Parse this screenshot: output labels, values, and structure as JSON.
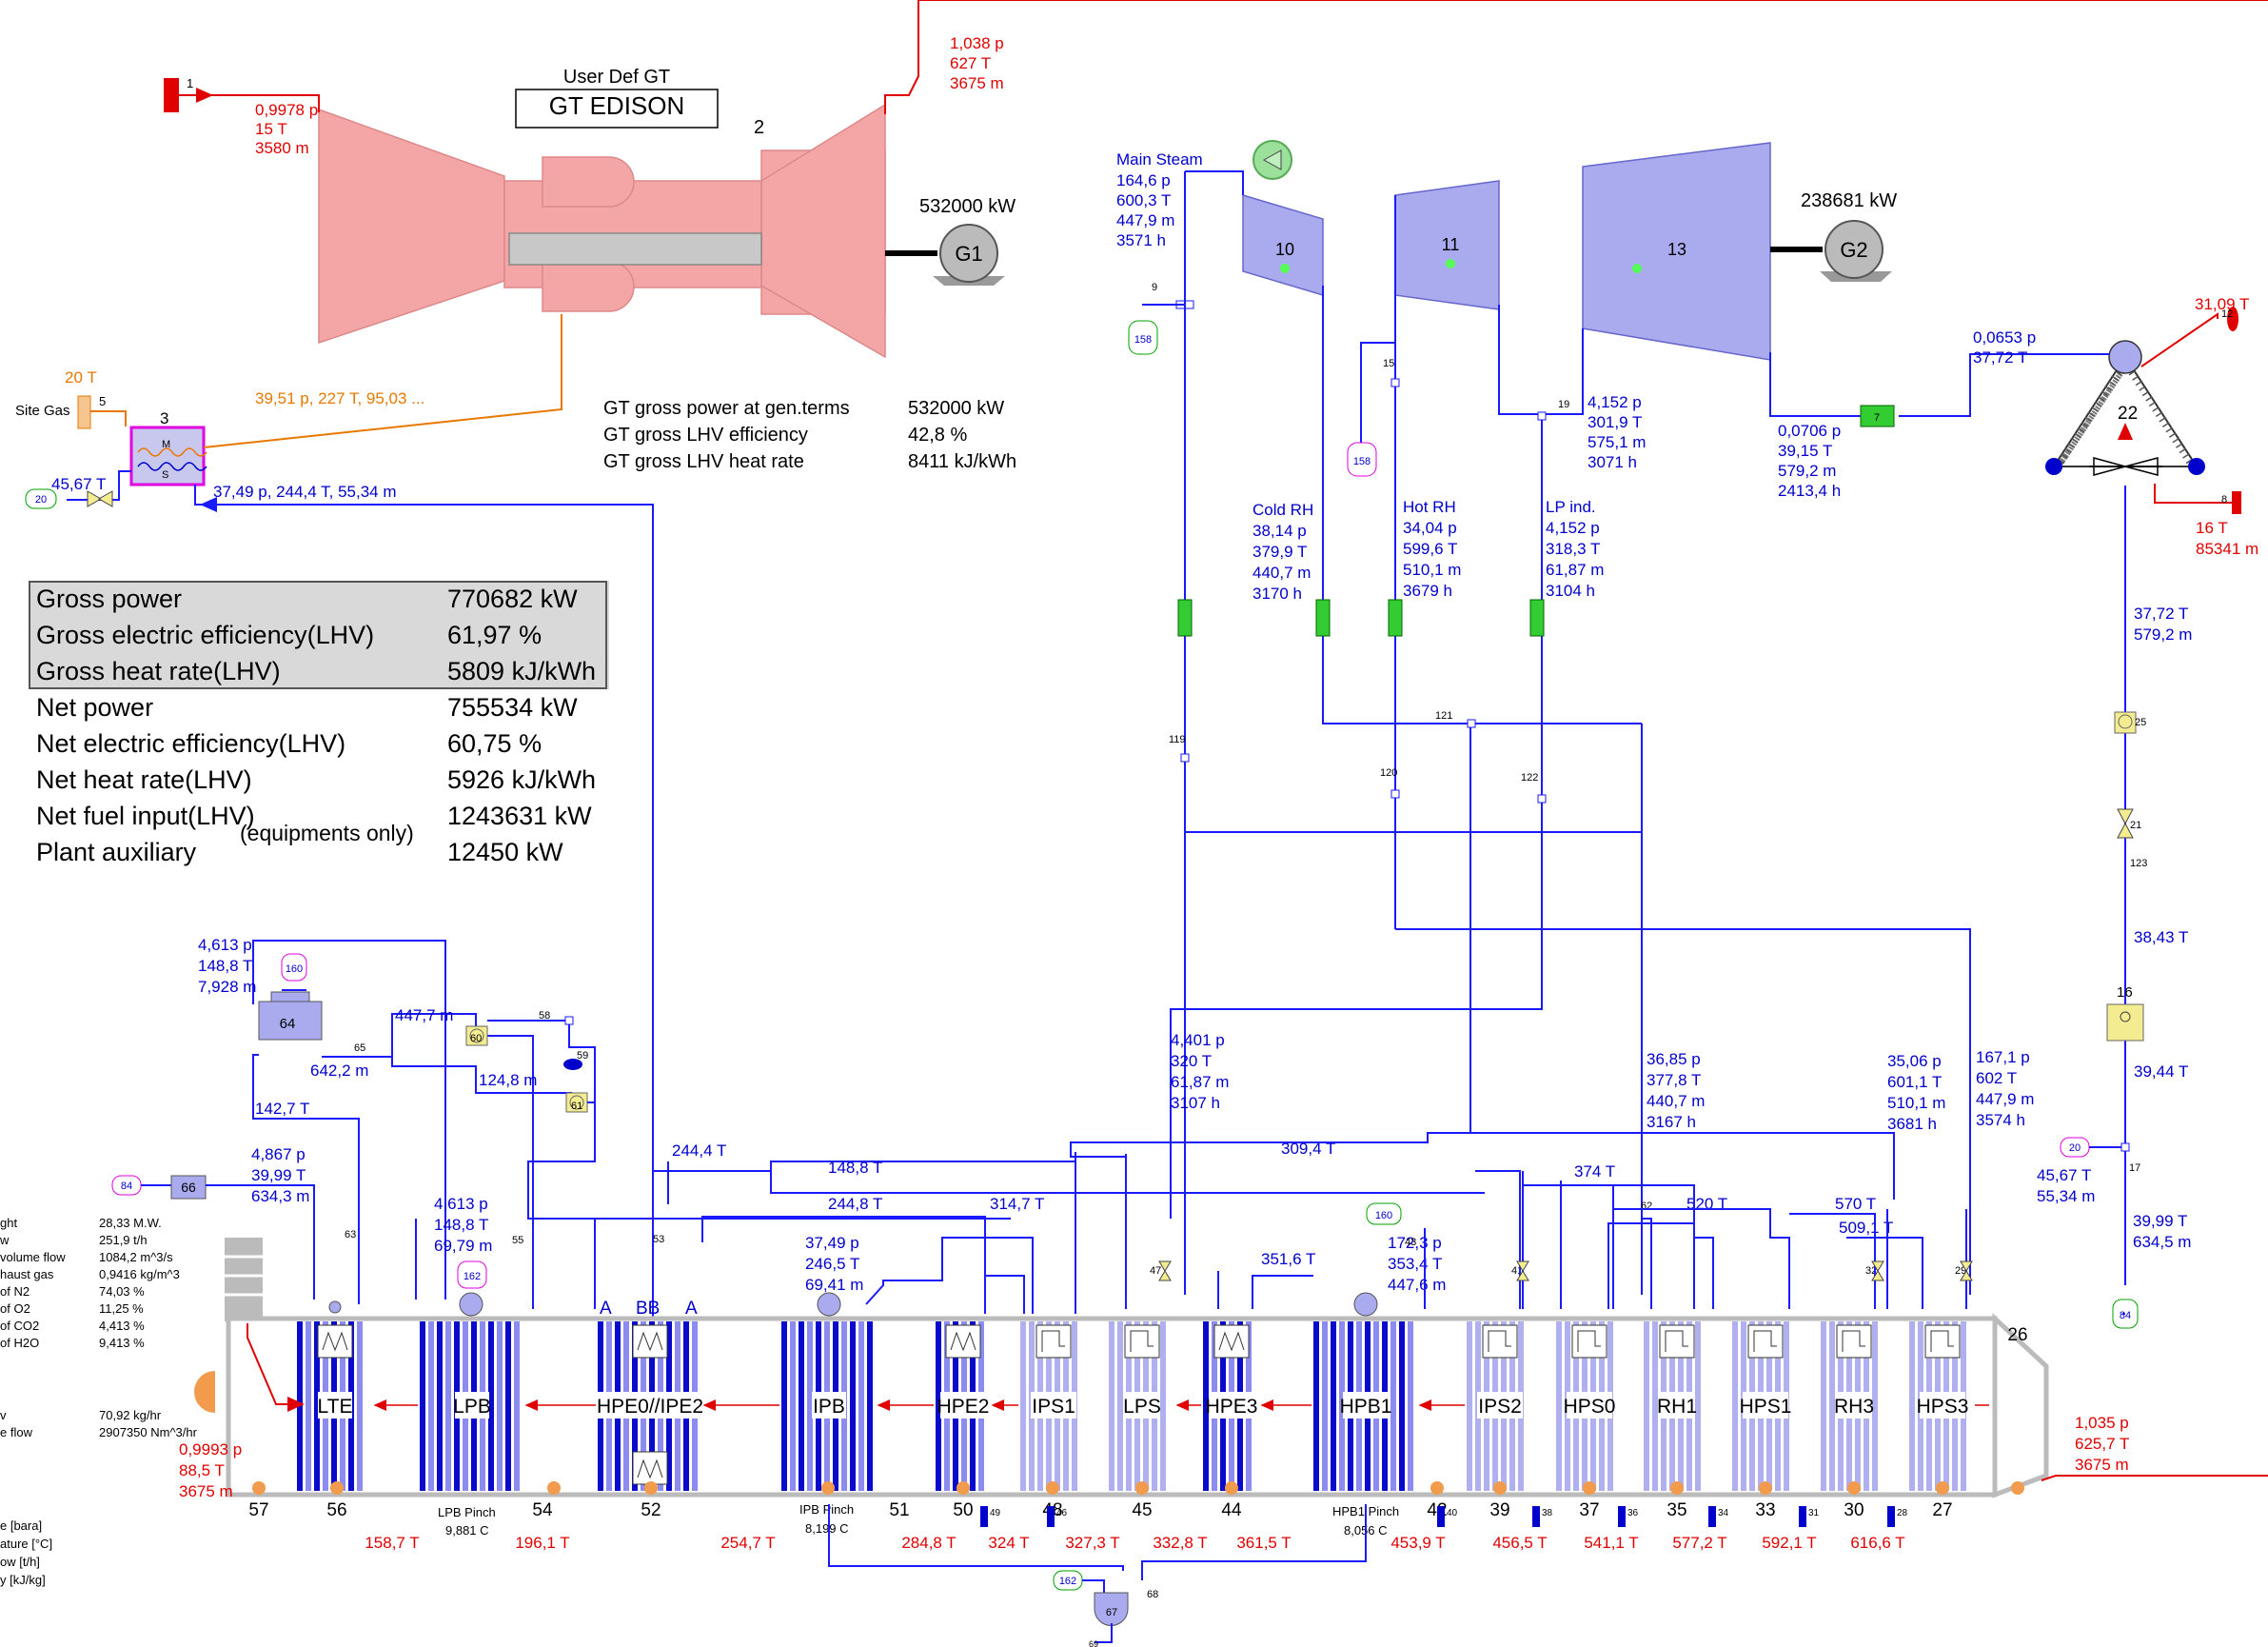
{
  "gas_turbine": {
    "header": "User Def GT",
    "name": "GT EDISON",
    "node": "2",
    "power": "532000 kW",
    "generator": "G1",
    "inlet_node": "1",
    "inlet": [
      "0,9978 p",
      "15 T",
      "3580 m"
    ],
    "exhaust": [
      "1,038 p",
      "627 T",
      "3675 m"
    ]
  },
  "fuel": {
    "label": "Site Gas",
    "temp": "20 T",
    "node5": "5",
    "node3": "3",
    "line_label": "39,51 p, 227 T, 95,03 ...",
    "return_label": "37,49 p, 244,4 T, 55,34 m",
    "preheat_temp": "45,67 T",
    "tag": "20",
    "hx_top": "M",
    "hx_bottom": "S"
  },
  "gt_info": [
    {
      "label": "GT gross power at gen.terms",
      "value": "532000 kW"
    },
    {
      "label": "GT gross LHV efficiency",
      "value": "42,8 %"
    },
    {
      "label": "GT gross LHV heat rate",
      "value": "8411 kJ/kWh"
    }
  ],
  "summary": [
    {
      "label": "Gross power",
      "value": "770682 kW"
    },
    {
      "label": "Gross electric efficiency(LHV)",
      "value": "61,97 %"
    },
    {
      "label": "Gross heat rate(LHV)",
      "value": "5809 kJ/kWh"
    },
    {
      "label": "Net power",
      "value": "755534 kW"
    },
    {
      "label": "Net electric efficiency(LHV)",
      "value": "60,75 %"
    },
    {
      "label": "Net heat rate(LHV)",
      "value": "5926 kJ/kWh"
    },
    {
      "label": "Net fuel input(LHV)",
      "value": "1243631 kW"
    },
    {
      "label": "Plant auxiliary",
      "value": "12450 kW"
    }
  ],
  "summary_note": "(equipments only)",
  "steam_turbine": {
    "power": "238681 kW",
    "generator": "G2",
    "nodes": [
      "10",
      "11",
      "13"
    ],
    "main_steam_title": "Main Steam",
    "main_steam": [
      "164,6 p",
      "600,3 T",
      "447,9 m",
      "3571 h"
    ],
    "cold_rh_title": "Cold RH",
    "cold_rh": [
      "38,14 p",
      "379,9 T",
      "440,7 m",
      "3170 h"
    ],
    "hot_rh_title": "Hot RH",
    "hot_rh": [
      "34,04 p",
      "599,6 T",
      "510,1 m",
      "3679 h"
    ],
    "lp_ind_title": "LP ind.",
    "lp_ind": [
      "4,152 p",
      "318,3 T",
      "61,87 m",
      "3104 h"
    ],
    "lp_exhaust": [
      "4,152 p",
      "301,9 T",
      "575,1 m",
      "3071 h"
    ],
    "exhaust_out": [
      "0,0706 p",
      "39,15 T",
      "579,2 m",
      "2413,4 h"
    ],
    "small_nodes": [
      "9",
      "15",
      "19",
      "7",
      "121",
      "119",
      "120",
      "122"
    ],
    "tags": [
      "158",
      "158"
    ]
  },
  "condenser": {
    "node": "22",
    "inlet": [
      "0,0653 p",
      "37,72 T"
    ],
    "cw_out_temp": "31,09 T",
    "cw_out_node": "12",
    "cw_in": [
      "16 T",
      "85341 m"
    ],
    "cw_in_node": "8",
    "condensate": [
      "37,72 T",
      "579,2 m"
    ],
    "pump_node": "25",
    "valve_node": "21",
    "pipe_node": "123",
    "temp_a": "38,43 T",
    "hx_node": "16",
    "temp_b": "39,44 T",
    "tag_20": "20",
    "mix_node": "17",
    "preheat": [
      "45,67 T",
      "55,34 m"
    ],
    "fw_out": [
      "39,99 T",
      "634,5 m"
    ],
    "tag_84": "84"
  },
  "lp_system": {
    "drum_in": [
      "4,613 p",
      "148,8 T",
      "7,928 m"
    ],
    "tag160": "160",
    "drum_node": "64",
    "n65": "65",
    "flow_642": "642,2 m",
    "flow_447": "447,7 m",
    "pump60": "60",
    "n58": "58",
    "n59": "59",
    "flow_124": "124,8 m",
    "pump61": "61",
    "temp_142": "142,7 T",
    "tag84": "84",
    "n66": "66",
    "fw_in": [
      "4,867 p",
      "39,99 T",
      "634,3 m"
    ],
    "n63": "63",
    "lpb_out": [
      "4,613 p",
      "148,8 T",
      "69,79 m"
    ],
    "n55": "55",
    "tag162": "162",
    "n53": "53",
    "t244": "244,4 T"
  },
  "hrsg_labels": {
    "ip_drum": [
      "37,49 p",
      "246,5 T",
      "69,41 m"
    ],
    "t148": "148,8 T",
    "t244b": "244,8 T",
    "t314": "314,7 T",
    "t309": "309,4 T",
    "n47": "47",
    "t351": "351,6 T",
    "tag160b": "160",
    "hp_drum": [
      "172,3 p",
      "353,4 T",
      "447,6 m"
    ],
    "n43": "43",
    "t374": "374 T",
    "n62": "62",
    "t520": "520 T",
    "t570": "570 T",
    "t509": "509,1 T",
    "lp_from_st": [
      "4,401 p",
      "320 T",
      "61,87 m",
      "3107 h"
    ],
    "cold_rh_in": [
      "36,85 p",
      "377,8 T",
      "440,7 m",
      "3167 h"
    ],
    "hot_rh_out": [
      "35,06 p",
      "601,1 T",
      "510,1 m",
      "3681 h"
    ],
    "hp_out": [
      "167,1 p",
      "602 T",
      "447,9 m",
      "3574 h"
    ],
    "n41": "41",
    "n32": "32",
    "n29": "29",
    "pinch_a": "A",
    "pinch_bb": "BB",
    "pinch_a2": "A"
  },
  "hrsg_sections": [
    "LTE",
    "LPB",
    "HPE0//IPE2",
    "IPB",
    "HPE2",
    "IPS1",
    "LPS",
    "HPE3",
    "HPB1",
    "IPS2",
    "HPS0",
    "RH1",
    "HPS1",
    "RH3",
    "HPS3"
  ],
  "hrsg_nodes": [
    "57",
    "56",
    "54",
    "52",
    "51",
    "50",
    "48",
    "45",
    "44",
    "42",
    "39",
    "37",
    "35",
    "33",
    "30",
    "27",
    "26"
  ],
  "hrsg_subnodes": [
    "49",
    "46",
    "40",
    "38",
    "36",
    "34",
    "31",
    "28"
  ],
  "pinch": [
    {
      "label": "LPB Pinch",
      "value": "9,881 C"
    },
    {
      "label": "IPB Pinch",
      "value": "8,199 C"
    },
    {
      "label": "HPB1 Pinch",
      "value": "8,056 C"
    }
  ],
  "gas_temps": [
    "158,7 T",
    "196,1 T",
    "254,7 T",
    "284,8 T",
    "324 T",
    "327,3 T",
    "332,8 T",
    "361,5 T",
    "453,9 T",
    "456,5 T",
    "541,1 T",
    "577,2 T",
    "592,1 T",
    "616,6 T"
  ],
  "stack": [
    "0,9993 p",
    "88,5 T",
    "3675 m"
  ],
  "hrsg_inlet": [
    "1,035 p",
    "625,7 T",
    "3675 m"
  ],
  "blowdown": {
    "tag": "162",
    "node67": "67",
    "node68": "68",
    "node69": "69"
  },
  "left_props": [
    {
      "label": "ght",
      "value": "28,33 M.W."
    },
    {
      "label": "w",
      "value": "251,9 t/h"
    },
    {
      "label": "volume flow",
      "value": "1084,2 m^3/s"
    },
    {
      "label": "haust gas",
      "value": "0,9416 kg/m^3"
    },
    {
      "label": "of N2",
      "value": "74,03 %"
    },
    {
      "label": "of O2",
      "value": "11,25 %"
    },
    {
      "label": "of CO2",
      "value": "4,413 %"
    },
    {
      "label": "of H2O",
      "value": "9,413 %"
    }
  ],
  "left_props2": [
    {
      "label": "v",
      "value": "70,92 kg/hr"
    },
    {
      "label": "e flow",
      "value": "2907350 Nm^3/hr"
    }
  ],
  "legend": [
    "e [bara]",
    "ature [°C]",
    "ow [t/h]",
    "y [kJ/kg]"
  ],
  "colors": {
    "steam": "#0000cc",
    "gas": "#e00000",
    "fuel": "#e87800",
    "turbine": "#aaaaee",
    "gt": "#f4a6a6"
  }
}
